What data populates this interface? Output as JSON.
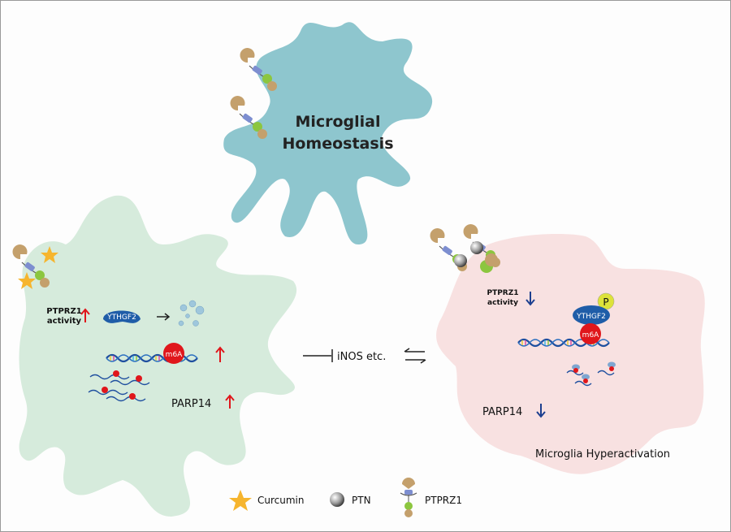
{
  "homeostasis": {
    "line1": "Microglial",
    "line2": "Homeostasis"
  },
  "left_cell": {
    "ptprz1_line1": "PTPRZ1",
    "ptprz1_line2": "activity",
    "ythdf2": "YTHGF2",
    "m6a": "m6A",
    "parp14": "PARP14"
  },
  "middle": {
    "inos": "iNOS etc."
  },
  "right_cell": {
    "ptprz1_line1": "PTPRZ1",
    "ptprz1_line2": "activity",
    "ythdf2": "YTHGF2",
    "phospho": "P",
    "m6a": "m6A",
    "parp14": "PARP14",
    "title": "Microglia Hyperactivation"
  },
  "legend": {
    "curcumin": "Curcumin",
    "ptn": "PTN",
    "ptprz1": "PTPRZ1"
  },
  "colors": {
    "homeostasis_cell": "#8ec6ce",
    "left_cell": "#d6ebdc",
    "right_cell": "#f8e1e1",
    "up_arrow": "#e0161b",
    "down_arrow": "#1c3f8f",
    "ythdf2": "#1f5da8",
    "m6a": "#e0161b"
  }
}
